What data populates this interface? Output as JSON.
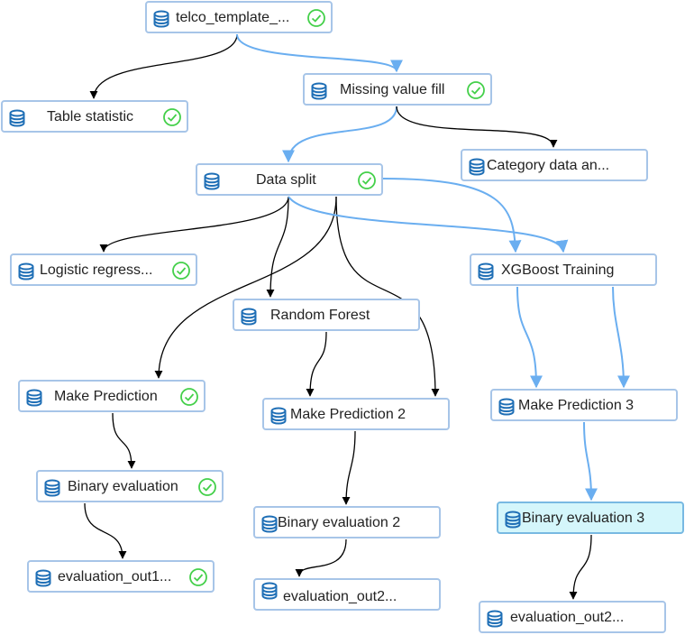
{
  "colors": {
    "node_border": "#a7c5e8",
    "node_selected_bg": "#d4f6fb",
    "edge_blue": "#6aaef0",
    "edge_black": "#000000",
    "icon_blue": "#1f6fb6",
    "check_green": "#44d04a"
  },
  "nodes": {
    "telco": {
      "label": "telco_template_...",
      "status_icon": "check-circle-icon"
    },
    "table_stat": {
      "label": "Table statistic",
      "status_icon": "check-circle-icon"
    },
    "missing": {
      "label": "Missing value fill",
      "status_icon": "check-circle-icon"
    },
    "category": {
      "label": "Category data an..."
    },
    "data_split": {
      "label": "Data split",
      "status_icon": "check-circle-icon"
    },
    "logistic": {
      "label": "Logistic regress...",
      "status_icon": "check-circle-icon"
    },
    "xgboost": {
      "label": "XGBoost Training"
    },
    "random_forest": {
      "label": "Random Forest"
    },
    "make_pred": {
      "label": "Make Prediction",
      "status_icon": "check-circle-icon"
    },
    "make_pred2": {
      "label": "Make Prediction 2"
    },
    "make_pred3": {
      "label": "Make Prediction 3"
    },
    "bin_eval": {
      "label": "Binary evaluation",
      "status_icon": "check-circle-icon"
    },
    "bin_eval2": {
      "label": "Binary evaluation 2"
    },
    "bin_eval3": {
      "label": "Binary evaluation 3",
      "selected": true
    },
    "eval_out1": {
      "label": "evaluation_out1...",
      "status_icon": "check-circle-icon"
    },
    "eval_out2": {
      "label": "evaluation_out2..."
    },
    "eval_out2b": {
      "label": "evaluation_out2..."
    }
  },
  "edges": [
    {
      "from": "telco",
      "to": "table_stat",
      "color": "black"
    },
    {
      "from": "telco",
      "to": "missing",
      "color": "blue"
    },
    {
      "from": "missing",
      "to": "data_split",
      "color": "blue"
    },
    {
      "from": "missing",
      "to": "category",
      "color": "black"
    },
    {
      "from": "data_split",
      "to": "logistic",
      "color": "black"
    },
    {
      "from": "data_split",
      "to": "random_forest",
      "color": "black"
    },
    {
      "from": "data_split",
      "to": "make_pred",
      "color": "black"
    },
    {
      "from": "data_split",
      "to": "make_pred2",
      "color": "black"
    },
    {
      "from": "data_split",
      "to": "xgboost",
      "color": "blue"
    },
    {
      "from": "data_split",
      "to": "xgboost",
      "color": "blue"
    },
    {
      "from": "random_forest",
      "to": "make_pred2",
      "color": "black"
    },
    {
      "from": "make_pred",
      "to": "bin_eval",
      "color": "black"
    },
    {
      "from": "make_pred2",
      "to": "bin_eval2",
      "color": "black"
    },
    {
      "from": "xgboost",
      "to": "make_pred3",
      "color": "blue"
    },
    {
      "from": "xgboost",
      "to": "make_pred3",
      "color": "blue"
    },
    {
      "from": "make_pred3",
      "to": "bin_eval3",
      "color": "blue"
    },
    {
      "from": "bin_eval",
      "to": "eval_out1",
      "color": "black"
    },
    {
      "from": "bin_eval2",
      "to": "eval_out2",
      "color": "black"
    },
    {
      "from": "bin_eval3",
      "to": "eval_out2b",
      "color": "black"
    }
  ]
}
